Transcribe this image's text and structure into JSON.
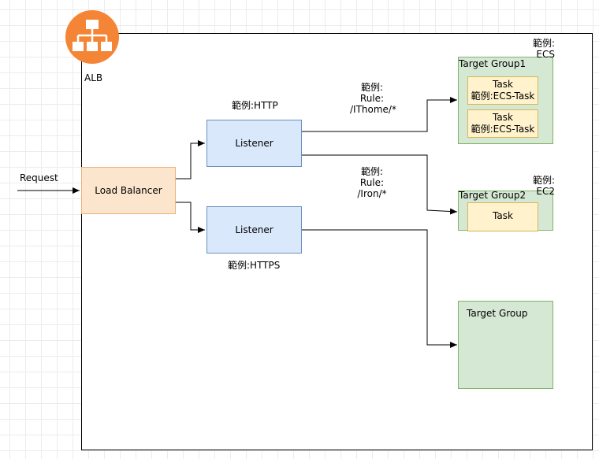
{
  "diagram": {
    "alb_label": "ALB",
    "request_label": "Request",
    "load_balancer_label": "Load Balancer",
    "listeners": [
      {
        "label": "Listener",
        "caption": "範例:HTTP"
      },
      {
        "label": "Listener",
        "caption": "範例:HTTPS"
      }
    ],
    "rules": [
      {
        "line1": "範例:",
        "line2": "Rule:",
        "line3": "/IThome/*"
      },
      {
        "line1": "範例:",
        "line2": "Rule:",
        "line3": "/Iron/*"
      }
    ],
    "target_groups": [
      {
        "title": "Target Group1",
        "note_line1": "範例:",
        "note_line2": "ECS",
        "tasks": [
          {
            "line1": "Task",
            "line2": "範例:ECS-Task"
          },
          {
            "line1": "Task",
            "line2": "範例:ECS-Task"
          }
        ]
      },
      {
        "title": "Target Group2",
        "note_line1": "範例:",
        "note_line2": "EC2",
        "tasks": [
          {
            "line1": "Task"
          }
        ]
      },
      {
        "title": "Target Group"
      }
    ],
    "colors": {
      "alb_orange": "#f58536",
      "load_balancer_fill": "#fce5cd",
      "listener_fill": "#dae8fc",
      "target_group_fill": "#d5e8d4",
      "task_fill": "#fff2cc"
    },
    "icons": [
      "alb-icon",
      "arrow-icon"
    ]
  }
}
